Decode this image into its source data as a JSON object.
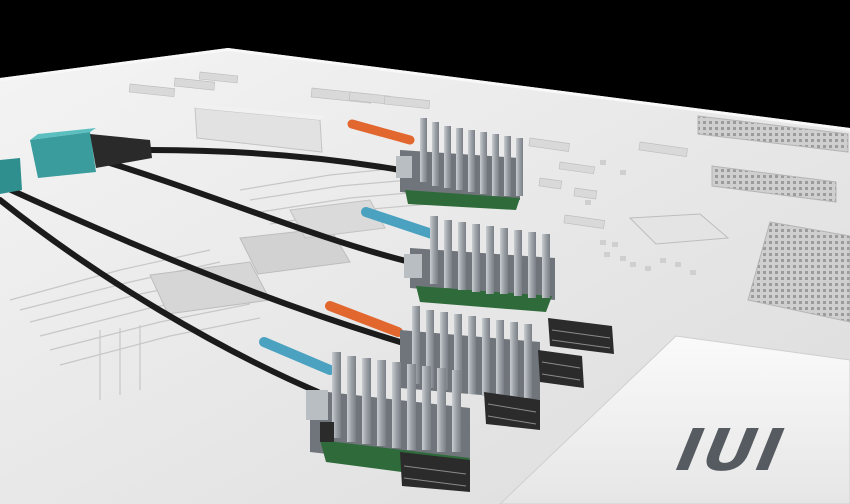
{
  "scene": {
    "description_free": true,
    "board_logo": {
      "text": "IUI"
    },
    "colors": {
      "background": "#000000",
      "board": "#ececec",
      "board_shade": "#d8d8d8",
      "trace": "#c9c9c9",
      "heatsink": "#a9aeb3",
      "heatsink_dark": "#7d8388",
      "cable": "#1b1b1b",
      "connector_teal": "#3a9c9c",
      "tab_orange": "#e2672f",
      "tab_blue": "#4aa2c0",
      "pcb_green": "#2f6b3a",
      "chip_dark": "#2b2b2b",
      "logo_plate": "#f5f5f5",
      "logo_text": "#555b60"
    },
    "objects": {
      "heatsink_modules": 4,
      "cables": 4,
      "fiber_connectors": 2,
      "sockets": 4
    }
  }
}
